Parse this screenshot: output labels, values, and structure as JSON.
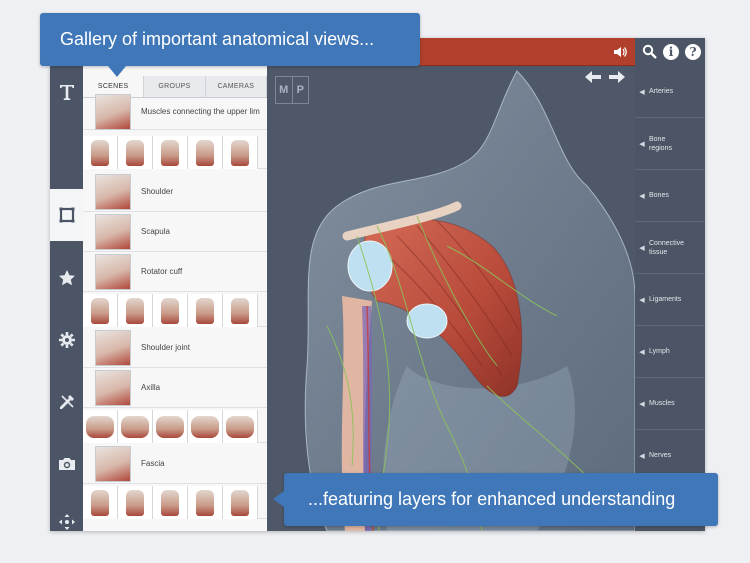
{
  "callouts": {
    "top": "Gallery of important anatomical views...",
    "bottom": "...featuring layers for enhanced understanding"
  },
  "logo": {
    "left": "M",
    "right": "P"
  },
  "gallery": {
    "tabs": [
      {
        "label": "SCENES",
        "active": true
      },
      {
        "label": "GROUPS",
        "active": false
      },
      {
        "label": "CAMERAS",
        "active": false
      }
    ],
    "scenes": [
      {
        "label": "Muscles connecting the upper lim"
      },
      {
        "label": "Shoulder"
      },
      {
        "label": "Scapula"
      },
      {
        "label": "Rotator cuff"
      },
      {
        "label": "Shoulder joint"
      },
      {
        "label": "Axilla"
      },
      {
        "label": "Fascia"
      }
    ]
  },
  "layers": [
    {
      "label": "Arteries"
    },
    {
      "label": "Bone regions"
    },
    {
      "label": "Bones"
    },
    {
      "label": "Connective tissue"
    },
    {
      "label": "Ligaments"
    },
    {
      "label": "Lymph"
    },
    {
      "label": "Muscles"
    },
    {
      "label": "Nerves"
    }
  ],
  "toolbar_icons": [
    "text-tool-icon",
    "gallery-frame-icon",
    "star-icon",
    "gear-icon",
    "dissect-tool-icon",
    "camera-icon",
    "move-icon"
  ],
  "colors": {
    "accent_blue": "#3f77b8",
    "header_red": "#b13f2c",
    "chrome_dark": "#4b5565",
    "muscle_red": "#b84a3a"
  }
}
